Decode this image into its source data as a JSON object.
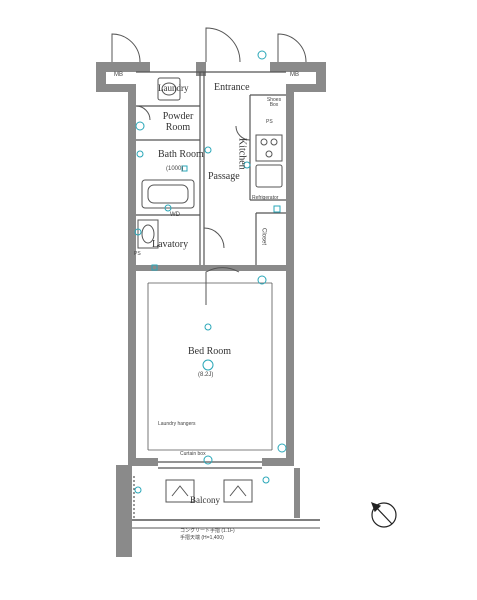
{
  "rooms": {
    "entrance": "Entrance",
    "laundry": "Laundry",
    "powder_room": "Powder Room",
    "bath_room": "Bath Room",
    "bath_size": "(1000)",
    "passage": "Passage",
    "kitchen": "Kitchen",
    "lavatory": "Lavatory",
    "bed_room": "Bed Room",
    "bed_room_area": "(8.2J)",
    "balcony": "Balcony",
    "closet": "Closet"
  },
  "labels": {
    "mb_left": "MB",
    "mb_right": "MB",
    "shoes_box": "Shoes Box",
    "ps_kitchen": "PS",
    "ps_lavatory": "PS",
    "refrigerator": "Refrigerator",
    "wd": "WD",
    "laundry_hangers": "Laundry hangers",
    "curtain_box": "Curtain box",
    "bal_note_1": "コンクリート手摺 (1.1F)",
    "bal_note_2": "手摺天端 (H=1,400)"
  },
  "colors": {
    "wall": "#8a8a8a",
    "line": "#555555",
    "fixture": "#2aa7b8"
  },
  "icons": [
    "north-arrow-icon",
    "bathtub-icon",
    "sink-icon",
    "toilet-icon",
    "stove-icon",
    "aircon-icon",
    "outlet-icon"
  ]
}
